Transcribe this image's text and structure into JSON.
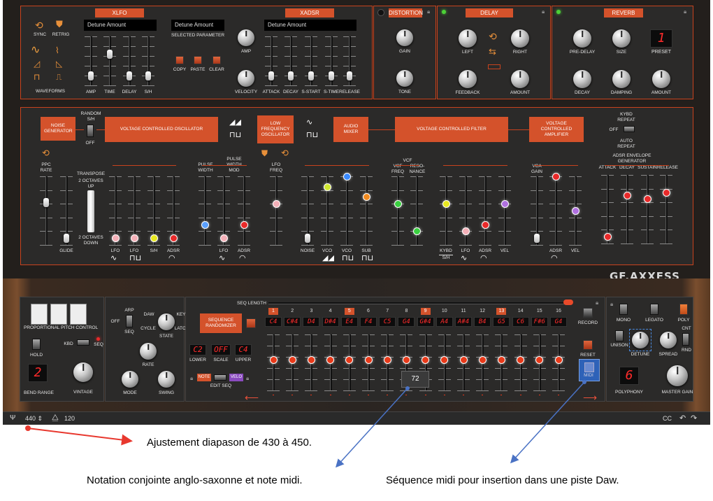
{
  "xlfo": {
    "title": "XLFO",
    "sync_label": "SYNC",
    "retrig_label": "RETRIG",
    "waveforms_label": "WAVEFORMS",
    "display": "Detune Amount",
    "sliders": [
      {
        "label": "AMP",
        "level": 0.2
      },
      {
        "label": "TIME",
        "level": 0.65
      },
      {
        "label": "DELAY",
        "level": 0.2
      },
      {
        "label": "S/H",
        "level": 0.2
      }
    ]
  },
  "parameter": {
    "display": "Detune Amount",
    "label": "SELECTED PARAMETER",
    "copy": "COPY",
    "paste": "PASTE",
    "clear": "CLEAR"
  },
  "xadsr": {
    "title": "XADSR",
    "display": "Detune Amount",
    "amp": "AMP",
    "velocity": "VELOCITY",
    "sliders": [
      {
        "label": "ATTACK",
        "level": 0.2
      },
      {
        "label": "DECAY",
        "level": 0.2
      },
      {
        "label": "S-START",
        "level": 0.2
      },
      {
        "label": "S-TIME",
        "level": 0.2
      },
      {
        "label": "RELEASE",
        "level": 0.2
      }
    ]
  },
  "distortion": {
    "title": "DISTORTION",
    "gain": "GAIN",
    "tone": "TONE"
  },
  "delay": {
    "title": "DELAY",
    "left": "LEFT",
    "right": "RIGHT",
    "feedback": "FEEDBACK",
    "amount": "AMOUNT"
  },
  "reverb": {
    "title": "REVERB",
    "predelay": "PRE-DELAY",
    "size": "SIZE",
    "preset_label": "PRESET",
    "preset_value": "1",
    "decay": "DECAY",
    "damping": "DAMPING",
    "amount": "AMOUNT"
  },
  "synth": {
    "noise": "NOISE GENERATOR",
    "random_sh": "RANDOM S/H",
    "off": "OFF",
    "vco": "VOLTAGE CONTROLLED OSCILLATOR",
    "lfo": "LOW FREQUENCY OSCILLATOR",
    "mixer": "AUDIO MIXER",
    "vcf": "VOLTAGE CONTROLLED FILTER",
    "vca": "VOLTAGE CONTROLLED AMPLIFIER",
    "kybd_repeat": "KYBD REPEAT",
    "kybd_off": "OFF",
    "auto_repeat": "AUTO REPEAT",
    "envelope": "ADSR ENVELOPE GENERATOR",
    "ppc_rate": "PPC RATE",
    "transpose": "TRANSPOSE",
    "oct_up": "2 OCTAVES UP",
    "oct_down": "2 OCTAVES DOWN",
    "glide": "GLIDE",
    "pulse_width": "PULSE WIDTH",
    "pw_mod": "PULSE WIDTH MOD",
    "lfo_freq": "LFO FREQ",
    "vcf_label": "VCF",
    "vcf_freq": "VCF FREQ",
    "resonance": "RESO- NANCE",
    "vca_gain": "VCA GAIN",
    "env_attack": "ATTACK",
    "env_decay": "DECAY",
    "env_sustain": "SUSTAIN",
    "env_release": "RELEASE",
    "brand": "GF.AXXESS",
    "bottom_labels": [
      "LFO",
      "LFO",
      "S/H",
      "ADSR",
      "LFO",
      "ADSR",
      "NOISE",
      "VCO",
      "VCO",
      "SUB",
      "KYBD",
      "LFO",
      "ADSR",
      "VEL",
      "ADSR",
      "VEL"
    ],
    "kybd_sub": "S/H"
  },
  "perf": {
    "pitch_control": "PROPORTIONAL PITCH CONTROL",
    "hold": "HOLD",
    "bend_range": "BEND RANGE",
    "bend_value": "2",
    "vintage": "VINTAGE",
    "kbd": "KBD",
    "seq_toggle": "SEQ",
    "arp": "ARP",
    "arp_off": "OFF",
    "arp_seq": "SEQ",
    "daw": "DAW",
    "key": "KEY",
    "cycle": "CYCLE",
    "latch": "LATCH",
    "state": "STATE",
    "rate": "RATE",
    "mode": "MODE",
    "swing": "SWING"
  },
  "sequencer": {
    "randomizer": "SEQUENCE RANDOMIZER",
    "lower_value": "C2",
    "scale_value": "OFF",
    "upper_value": "C4",
    "lower": "LOWER",
    "scale": "SCALE",
    "upper": "UPPER",
    "note_btn": "NOTE",
    "velo_btn": "VELO",
    "edit_seq": "EDIT SEQ",
    "seq_length": "SEQ LENGTH",
    "steps": [
      {
        "n": "1",
        "note": "C4",
        "level": 0.55,
        "red": true
      },
      {
        "n": "2",
        "note": "C#4",
        "level": 0.55,
        "red": false
      },
      {
        "n": "3",
        "note": "D4",
        "level": 0.55,
        "red": false
      },
      {
        "n": "4",
        "note": "D#4",
        "level": 0.55,
        "red": false
      },
      {
        "n": "5",
        "note": "E4",
        "level": 0.55,
        "red": true
      },
      {
        "n": "6",
        "note": "F4",
        "level": 0.55,
        "red": false
      },
      {
        "n": "7",
        "note": "C5",
        "level": 0.55,
        "red": false
      },
      {
        "n": "8",
        "note": "G4",
        "level": 0.55,
        "red": false
      },
      {
        "n": "9",
        "note": "G#4",
        "level": 0.55,
        "red": true
      },
      {
        "n": "10",
        "note": "A4",
        "level": 0.55,
        "red": false
      },
      {
        "n": "11",
        "note": "A#4",
        "level": 0.55,
        "red": false
      },
      {
        "n": "12",
        "note": "B4",
        "level": 0.55,
        "red": false
      },
      {
        "n": "13",
        "note": "G5",
        "level": 0.55,
        "red": true
      },
      {
        "n": "14",
        "note": "C6",
        "level": 0.55,
        "red": false
      },
      {
        "n": "15",
        "note": "F#6",
        "level": 0.55,
        "red": false
      },
      {
        "n": "16",
        "note": "G4",
        "level": 0.55,
        "red": false
      }
    ],
    "tooltip": "72",
    "record": "RECORD",
    "reset": "RESET",
    "midi": "MIDI"
  },
  "voice": {
    "mono": "MONO",
    "legato": "LEGATO",
    "poly": "POLY",
    "unison": "UNISON",
    "detune": "DETUNE",
    "spread": "SPREAD",
    "cnt": "CNT",
    "rnd": "RND",
    "polyphony_value": "6",
    "polyphony": "POLYPHONY",
    "master_gain": "MASTER GAIN"
  },
  "statusbar": {
    "tuning": "440 ⇕",
    "tempo": "120",
    "cc": "CC"
  },
  "annotations": {
    "tuning": "Ajustement diapason de 430 à 450.",
    "notation": "Notation conjointe anglo-saxonne et note midi.",
    "midi": "Séquence midi pour insertion dans une piste Daw."
  },
  "colors": {
    "accent": "#d4522b",
    "panel": "#2b2a29",
    "arrow_red": "#e8382e",
    "arrow_blue": "#4a72c4"
  }
}
